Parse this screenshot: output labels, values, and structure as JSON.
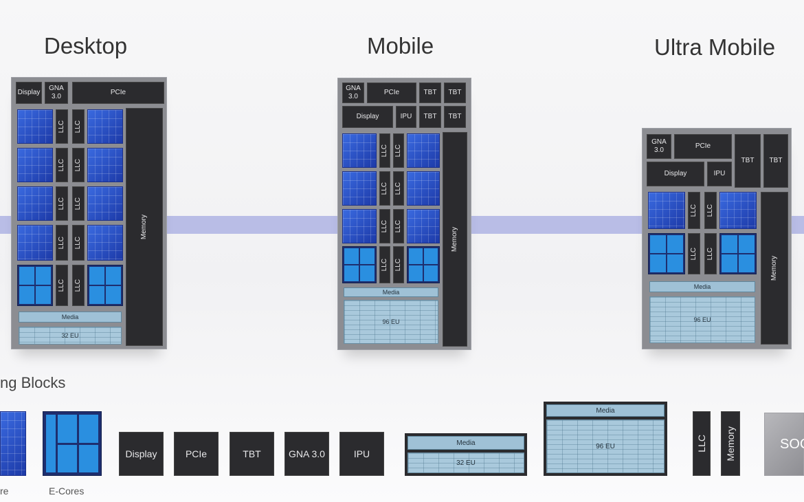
{
  "titles": {
    "desktop": "Desktop",
    "mobile": "Mobile",
    "ultra": "Ultra Mobile"
  },
  "section": {
    "building_blocks": "ng Blocks"
  },
  "labels": {
    "display": "Display",
    "gna": "GNA 3.0",
    "gna_short": "GNA\n3.0",
    "pcie": "PCIe",
    "tbt": "TBT",
    "ipu": "IPU",
    "llc": "LLC",
    "memory": "Memory",
    "media": "Media",
    "eu32": "32 EU",
    "eu96": "96 EU",
    "soc": "SOC"
  },
  "captions": {
    "pcore": "re",
    "ecores": "E-Cores"
  }
}
